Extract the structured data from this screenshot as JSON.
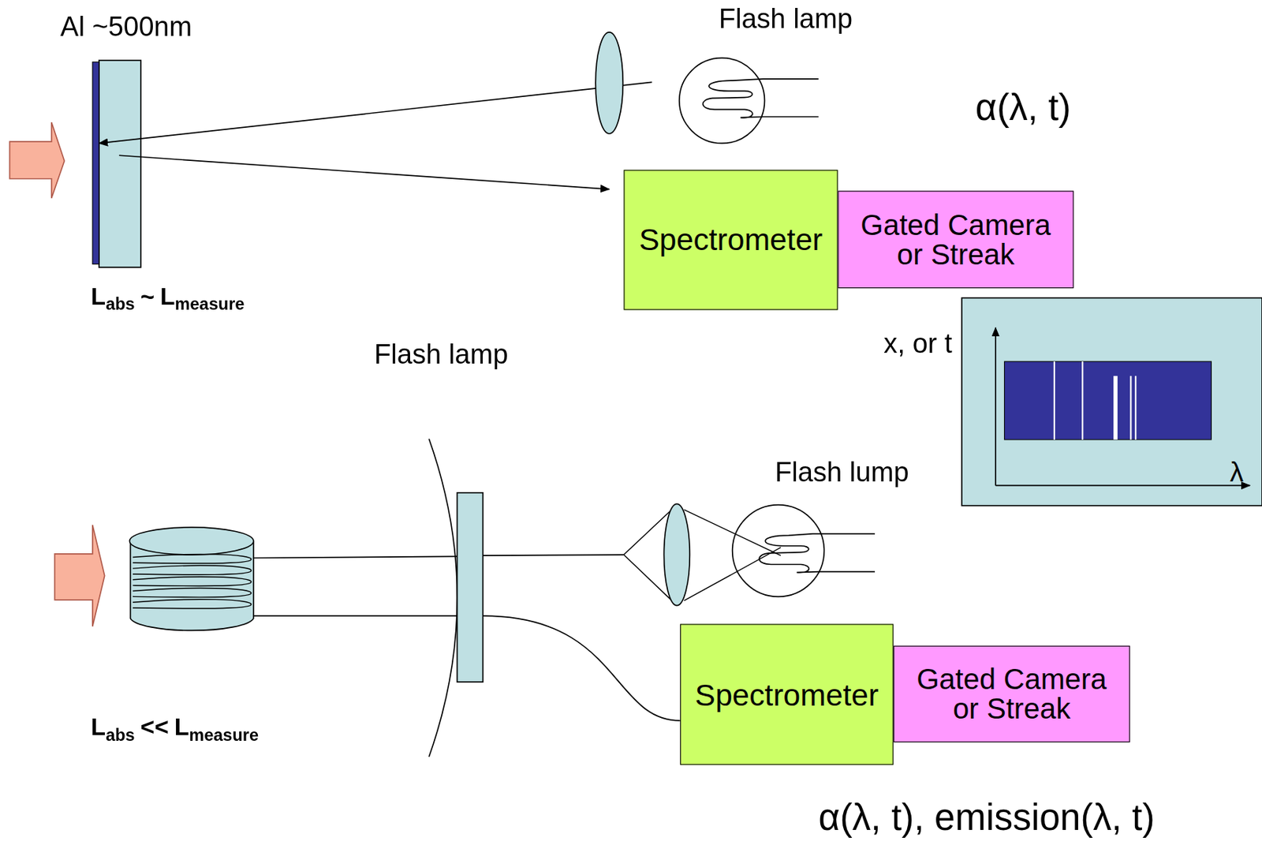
{
  "diagram": {
    "nodes": [
      {
        "text": [
          "Spectrometer"
        ]
      },
      {
        "text": [
          "Gated Camera or Streak"
        ]
      },
      {
        "text": [
          "Spectrometer"
        ]
      },
      {
        "text": [
          "Gated Camera or Streak"
        ]
      }
    ],
    "labels": [
      "Al ~500nm",
      "Flash lamp",
      "α(λ, t)",
      "L",
      "abs",
      "~",
      "L",
      "measure",
      "x, or t",
      "λ",
      "Flash lamp",
      "Flash lump",
      "L",
      "abs",
      "<<",
      "L",
      "measure",
      "α(λ, t), emission(λ, t)"
    ]
  }
}
